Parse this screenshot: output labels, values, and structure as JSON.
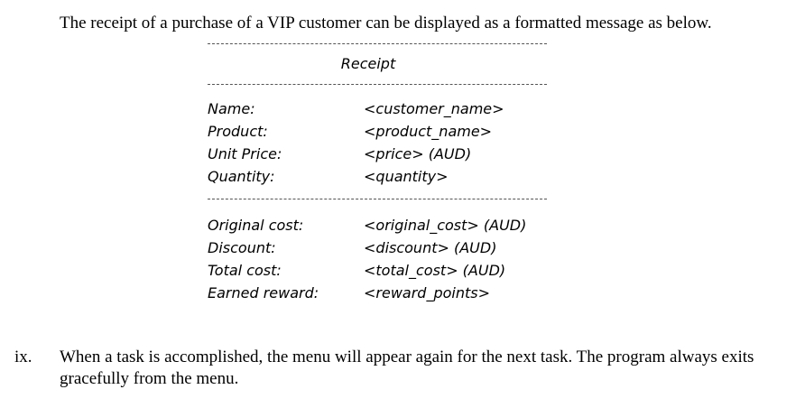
{
  "intro_text": "The receipt of a purchase of a VIP customer can be displayed as a formatted message as below.",
  "receipt": {
    "title": "Receipt",
    "section1": [
      {
        "label": "Name:",
        "value": "<customer_name>"
      },
      {
        "label": "Product:",
        "value": "<product_name>"
      },
      {
        "label": "Unit Price:",
        "value": "<price> (AUD)"
      },
      {
        "label": "Quantity:",
        "value": "<quantity>"
      }
    ],
    "section2": [
      {
        "label": "Original cost:",
        "value": "<original_cost> (AUD)"
      },
      {
        "label": "Discount:",
        "value": "<discount> (AUD)"
      },
      {
        "label": "Total cost:",
        "value": "<total_cost> (AUD)"
      },
      {
        "label": "Earned reward:",
        "value": "<reward_points>"
      }
    ]
  },
  "list_item": {
    "number": "ix.",
    "text": "When a task is accomplished, the menu will appear again for the next task. The program always exits gracefully from the menu."
  }
}
